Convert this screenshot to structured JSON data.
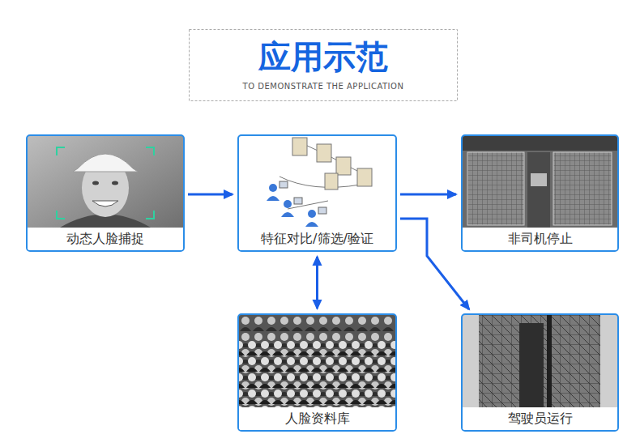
{
  "diagram": {
    "title": "应用示范",
    "nodes": [
      {
        "text": [
          "动态人脸捕捉"
        ]
      },
      {
        "text": [
          "特征对比/筛选/验证"
        ]
      },
      {
        "text": [
          "非司机停止"
        ]
      },
      {
        "text": [
          "人脸资料库"
        ]
      },
      {
        "text": [
          "驾驶员运行"
        ]
      }
    ],
    "edges": [
      {
        "from": 0,
        "to": 1,
        "arrow": "to"
      },
      {
        "from": 1,
        "to": 2,
        "arrow": "to"
      },
      {
        "from": 1,
        "to": 3,
        "arrow": "both"
      },
      {
        "from": 1,
        "to": 4,
        "arrow": "to"
      }
    ],
    "labels": [
      "TO DEMONSTRATE THE APPLICATION"
    ]
  }
}
